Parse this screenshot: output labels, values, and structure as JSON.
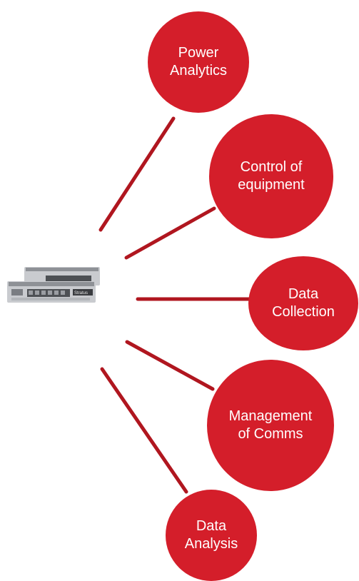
{
  "colors": {
    "node_fill": "#d41e2a",
    "connector": "#b0161f",
    "node_text": "#ffffff",
    "device_body": "#c9cbcf",
    "device_front": "#4d5054"
  },
  "device": {
    "icon": "industrial-edge-computer-icon",
    "brand_text": "Stratus"
  },
  "nodes": [
    {
      "label": "Power\nAnalytics"
    },
    {
      "label": "Control of\nequipment"
    },
    {
      "label": "Data\nCollection"
    },
    {
      "label": "Management\nof Comms"
    },
    {
      "label": "Data\nAnalysis"
    }
  ]
}
